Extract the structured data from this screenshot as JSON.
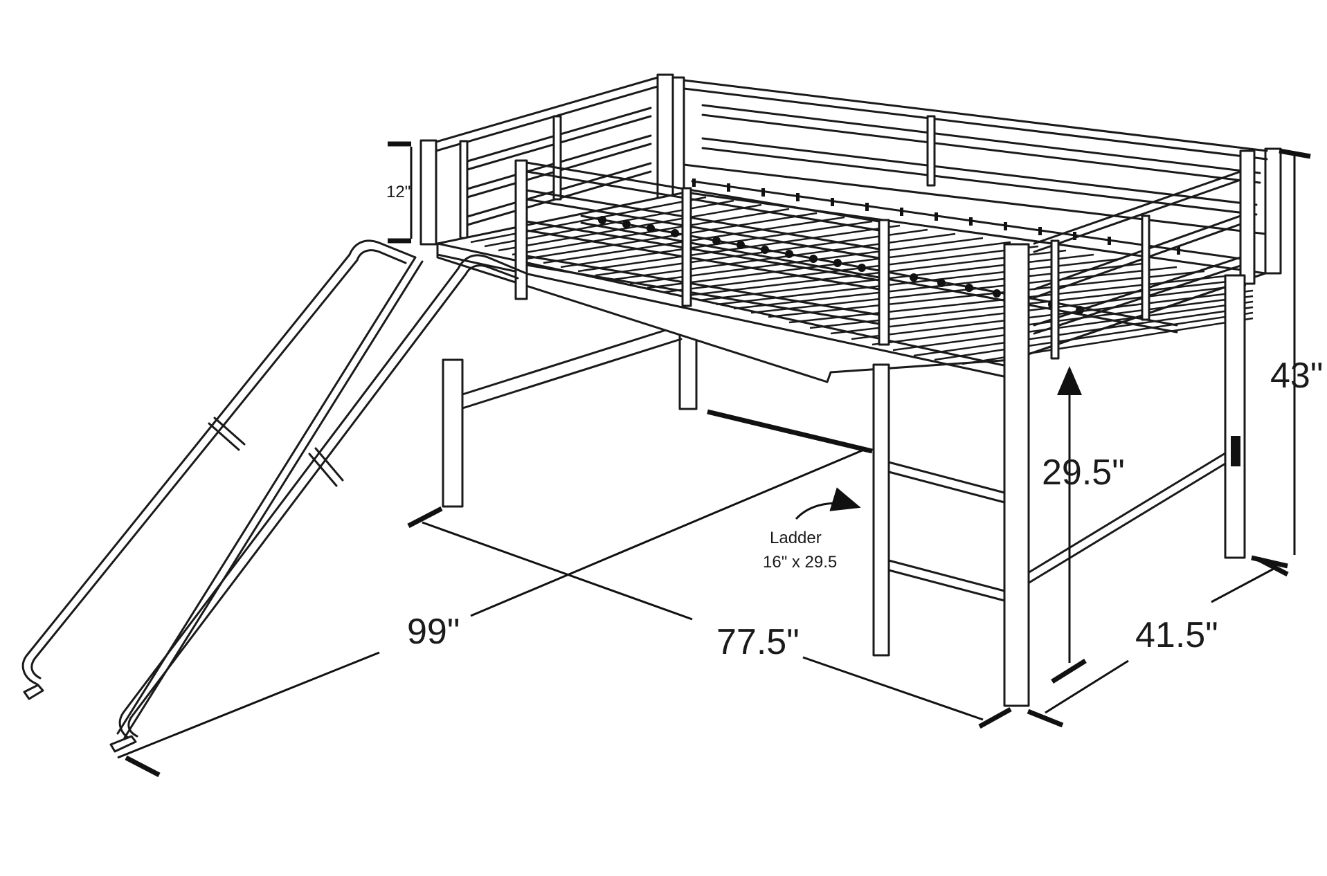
{
  "colors": {
    "line": "#1a1a1a",
    "background": "#ffffff"
  },
  "dimensions": {
    "guardrail_height": "12\"",
    "overall_height": "43\"",
    "clearance_height": "29.5\"",
    "overall_length": "99\"",
    "bed_length": "77.5\"",
    "bed_width": "41.5\""
  },
  "ladder": {
    "label": "Ladder",
    "size": "16\" x 29.5"
  }
}
